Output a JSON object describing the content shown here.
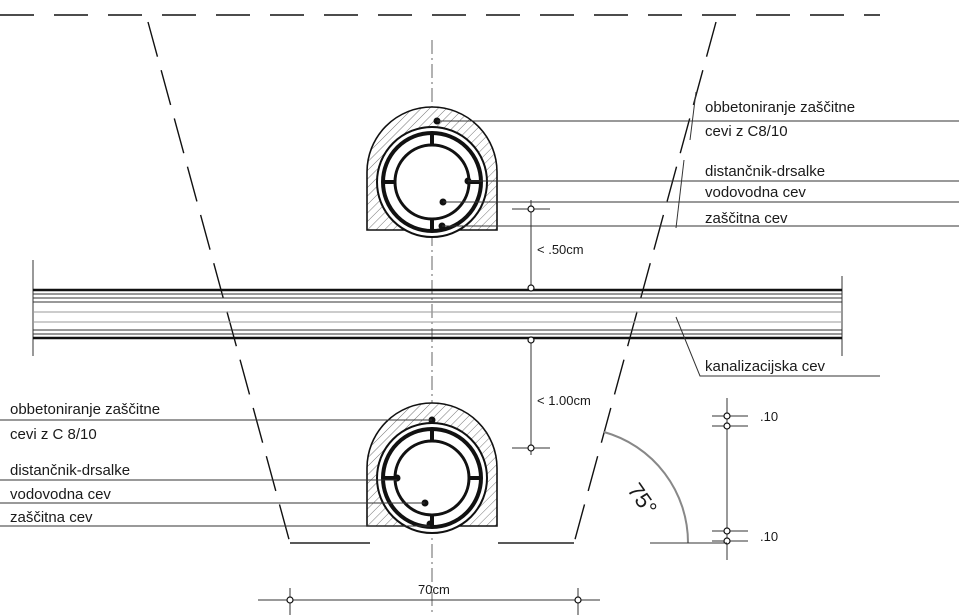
{
  "labels": {
    "top_encasement_line1": "obbetoniranje zaščitne",
    "top_encasement_line2": "cevi z C8/10",
    "top_spacer": "distančnik-drsalke",
    "top_water_pipe": "vodovodna cev",
    "top_protective_pipe": "zaščitna cev",
    "sewer_pipe": "kanalizacijska cev",
    "bottom_encasement_line1": "obbetoniranje zaščitne",
    "bottom_encasement_line2": "cevi z C 8/10",
    "bottom_spacer": "distančnik-drsalke",
    "bottom_water_pipe": "vodovodna cev",
    "bottom_protective_pipe": "zaščitna cev"
  },
  "dimensions": {
    "gap_top": "< .50cm",
    "gap_bottom": "< 1.00cm",
    "width": "70cm",
    "offset_top": ".10",
    "offset_bottom": ".10",
    "angle": "75°"
  }
}
